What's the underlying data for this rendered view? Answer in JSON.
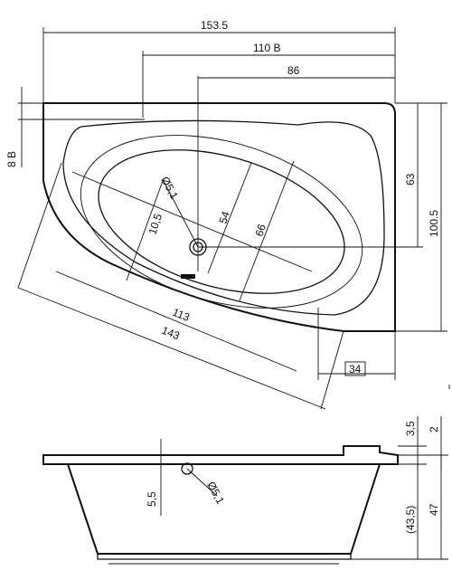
{
  "top_view": {
    "dim_overall_width": "153.5",
    "dim_width_b": "110 B",
    "dim_drain_offset": "86",
    "dim_left_b": "8 B",
    "dim_right_depth": "63",
    "dim_total_depth": "100.5",
    "dim_bottom_34": "34",
    "dim_drain_dia": "Ø5,1",
    "dim_10_5": "10,5",
    "dim_54": "54",
    "dim_66": "66",
    "dim_113": "113",
    "dim_143": "143"
  },
  "side_view": {
    "dim_3_5": "3,5",
    "dim_2": "2",
    "dim_5_5": "5,5",
    "dim_drain_dia": "Ø5,1",
    "dim_43_5": "(43,5)",
    "dim_47": "47"
  }
}
